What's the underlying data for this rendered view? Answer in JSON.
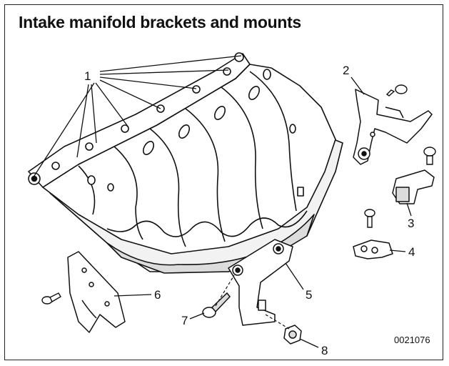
{
  "diagram": {
    "title": "Intake manifold brackets and mounts",
    "figure_id": "0021076",
    "callouts": [
      "1",
      "2",
      "3",
      "4",
      "5",
      "6",
      "7",
      "8"
    ]
  },
  "colors": {
    "ink": "#111111",
    "fill": "#ffffff",
    "shade": "#dcdcdc"
  }
}
